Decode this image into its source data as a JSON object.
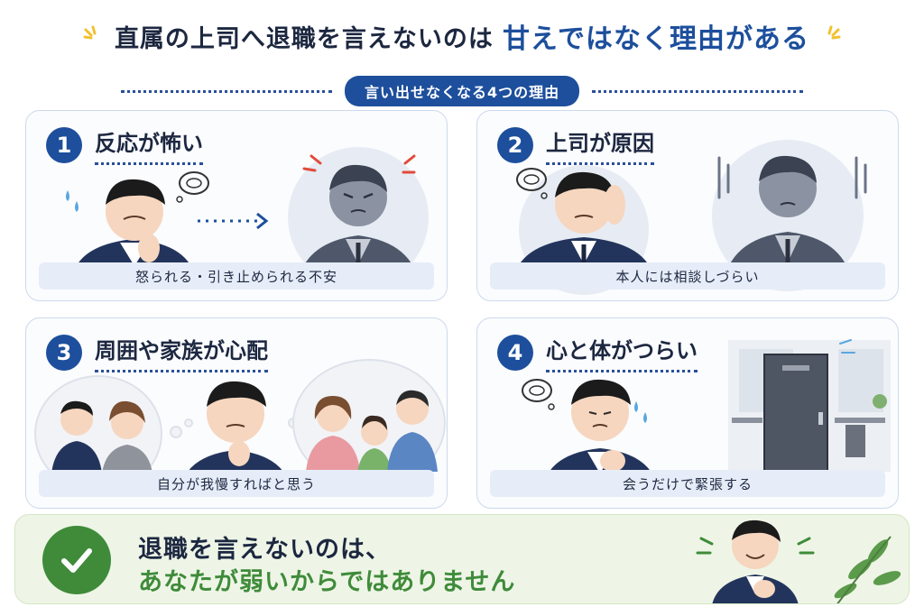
{
  "header": {
    "title_part1": "直属の上司へ退職を言えないのは",
    "title_part2": "甘えではなく理由がある",
    "subtitle": "言い出せなくなる4つの理由"
  },
  "cards": [
    {
      "number": "1",
      "title": "反応が怖い",
      "caption": "怒られる・引き止められる不安"
    },
    {
      "number": "2",
      "title": "上司が原因",
      "caption": "本人には相談しづらい"
    },
    {
      "number": "3",
      "title": "周囲や家族が心配",
      "caption": "自分が我慢すればと思う"
    },
    {
      "number": "4",
      "title": "心と体がつらい",
      "caption": "会うだけで緊張する"
    }
  ],
  "banner": {
    "line1": "退職を言えないのは、",
    "line2": "あなたが弱いからではありません"
  },
  "colors": {
    "primary_blue": "#1d4f9c",
    "accent_yellow": "#f2c12e",
    "success_green": "#3f8b3a",
    "caption_bg": "#e6edf8",
    "banner_bg": "#eef5e6"
  },
  "icons": [
    "sparkle-icon",
    "check-icon",
    "thought-bubble-icon",
    "sweat-drop-icon",
    "arrow-right-icon",
    "anger-mark-icon",
    "door-icon",
    "leaf-icon"
  ]
}
